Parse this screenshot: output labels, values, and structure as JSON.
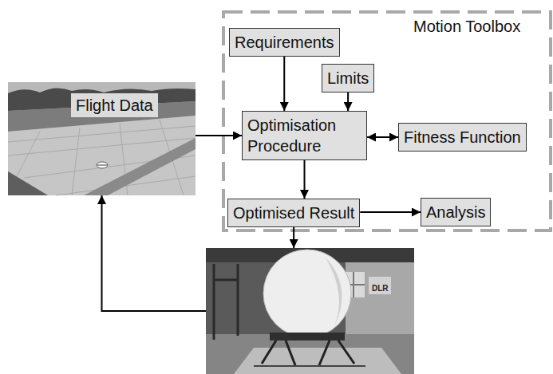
{
  "diagram": {
    "nodes": [
      {
        "text": [
          "Motion Toolbox"
        ]
      },
      {
        "text": [
          "Requirements"
        ],
        "in": 0
      },
      {
        "text": [
          "Limits"
        ],
        "in": 0
      },
      {
        "text": [
          "Flight Data"
        ]
      },
      {
        "text": [
          "Optimisation Procedure"
        ],
        "in": 0
      },
      {
        "text": [
          "Fitness Function"
        ],
        "in": 0
      },
      {
        "text": [
          "Optimised Result"
        ],
        "in": 0
      },
      {
        "text": [
          "Analysis"
        ],
        "in": 0
      },
      {
        "text": [
          "DLR"
        ]
      }
    ],
    "edges": [
      {
        "from": 1,
        "to": 4,
        "arrow": "to"
      },
      {
        "from": 2,
        "to": 4,
        "arrow": "to"
      },
      {
        "from": 3,
        "to": 4,
        "arrow": "to"
      },
      {
        "from": 4,
        "to": 5,
        "arrow": "both"
      },
      {
        "from": 4,
        "to": 6,
        "arrow": "to"
      },
      {
        "from": 6,
        "to": 7,
        "arrow": "to"
      },
      {
        "from": 6,
        "to": 8,
        "arrow": "to"
      },
      {
        "from": 8,
        "to": 3,
        "arrow": "to"
      }
    ]
  }
}
